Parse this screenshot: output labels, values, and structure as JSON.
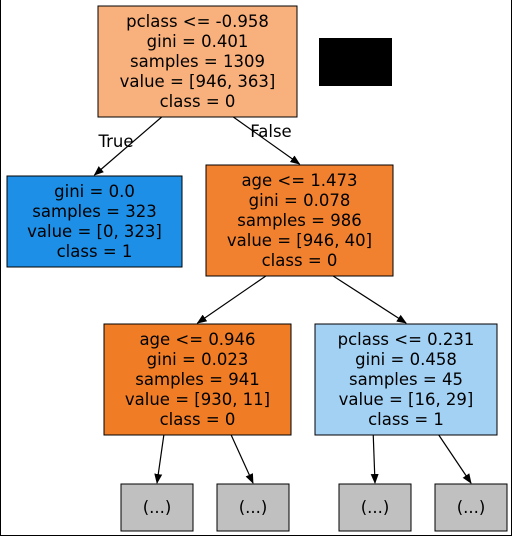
{
  "tree": {
    "nodes": [
      {
        "id": "root",
        "lines": [
          "pclass <= -0.958",
          "gini = 0.401",
          "samples = 1309",
          "value = [946, 363]",
          "class = 0"
        ],
        "fill": "#f8b07c"
      },
      {
        "id": "left",
        "lines": [
          "gini = 0.0",
          "samples = 323",
          "value = [0, 323]",
          "class = 1"
        ],
        "fill": "#1e8fe6"
      },
      {
        "id": "right",
        "lines": [
          "age <= 1.473",
          "gini = 0.078",
          "samples = 986",
          "value = [946, 40]",
          "class = 0"
        ],
        "fill": "#f2812f"
      },
      {
        "id": "right-left",
        "lines": [
          "age <= 0.946",
          "gini = 0.023",
          "samples = 941",
          "value = [930, 11]",
          "class = 0"
        ],
        "fill": "#f07c26"
      },
      {
        "id": "right-right",
        "lines": [
          "pclass <= 0.231",
          "gini = 0.458",
          "samples = 45",
          "value = [16, 29]",
          "class = 1"
        ],
        "fill": "#a3d1f4"
      },
      {
        "id": "trunc-1",
        "lines": [
          "(...)"
        ],
        "fill": "#c0c0c0"
      },
      {
        "id": "trunc-2",
        "lines": [
          "(...)"
        ],
        "fill": "#c0c0c0"
      },
      {
        "id": "trunc-3",
        "lines": [
          "(...)"
        ],
        "fill": "#c0c0c0"
      },
      {
        "id": "trunc-4",
        "lines": [
          "(...)"
        ],
        "fill": "#c0c0c0"
      }
    ],
    "edges": [
      {
        "from": "root",
        "to": "left",
        "label": "True"
      },
      {
        "from": "root",
        "to": "right",
        "label": "False"
      },
      {
        "from": "right",
        "to": "right-left",
        "label": ""
      },
      {
        "from": "right",
        "to": "right-right",
        "label": ""
      },
      {
        "from": "right-left",
        "to": "trunc-1",
        "label": ""
      },
      {
        "from": "right-left",
        "to": "trunc-2",
        "label": ""
      },
      {
        "from": "right-right",
        "to": "trunc-3",
        "label": ""
      },
      {
        "from": "right-right",
        "to": "trunc-4",
        "label": ""
      }
    ],
    "redaction_color": "#000000"
  }
}
